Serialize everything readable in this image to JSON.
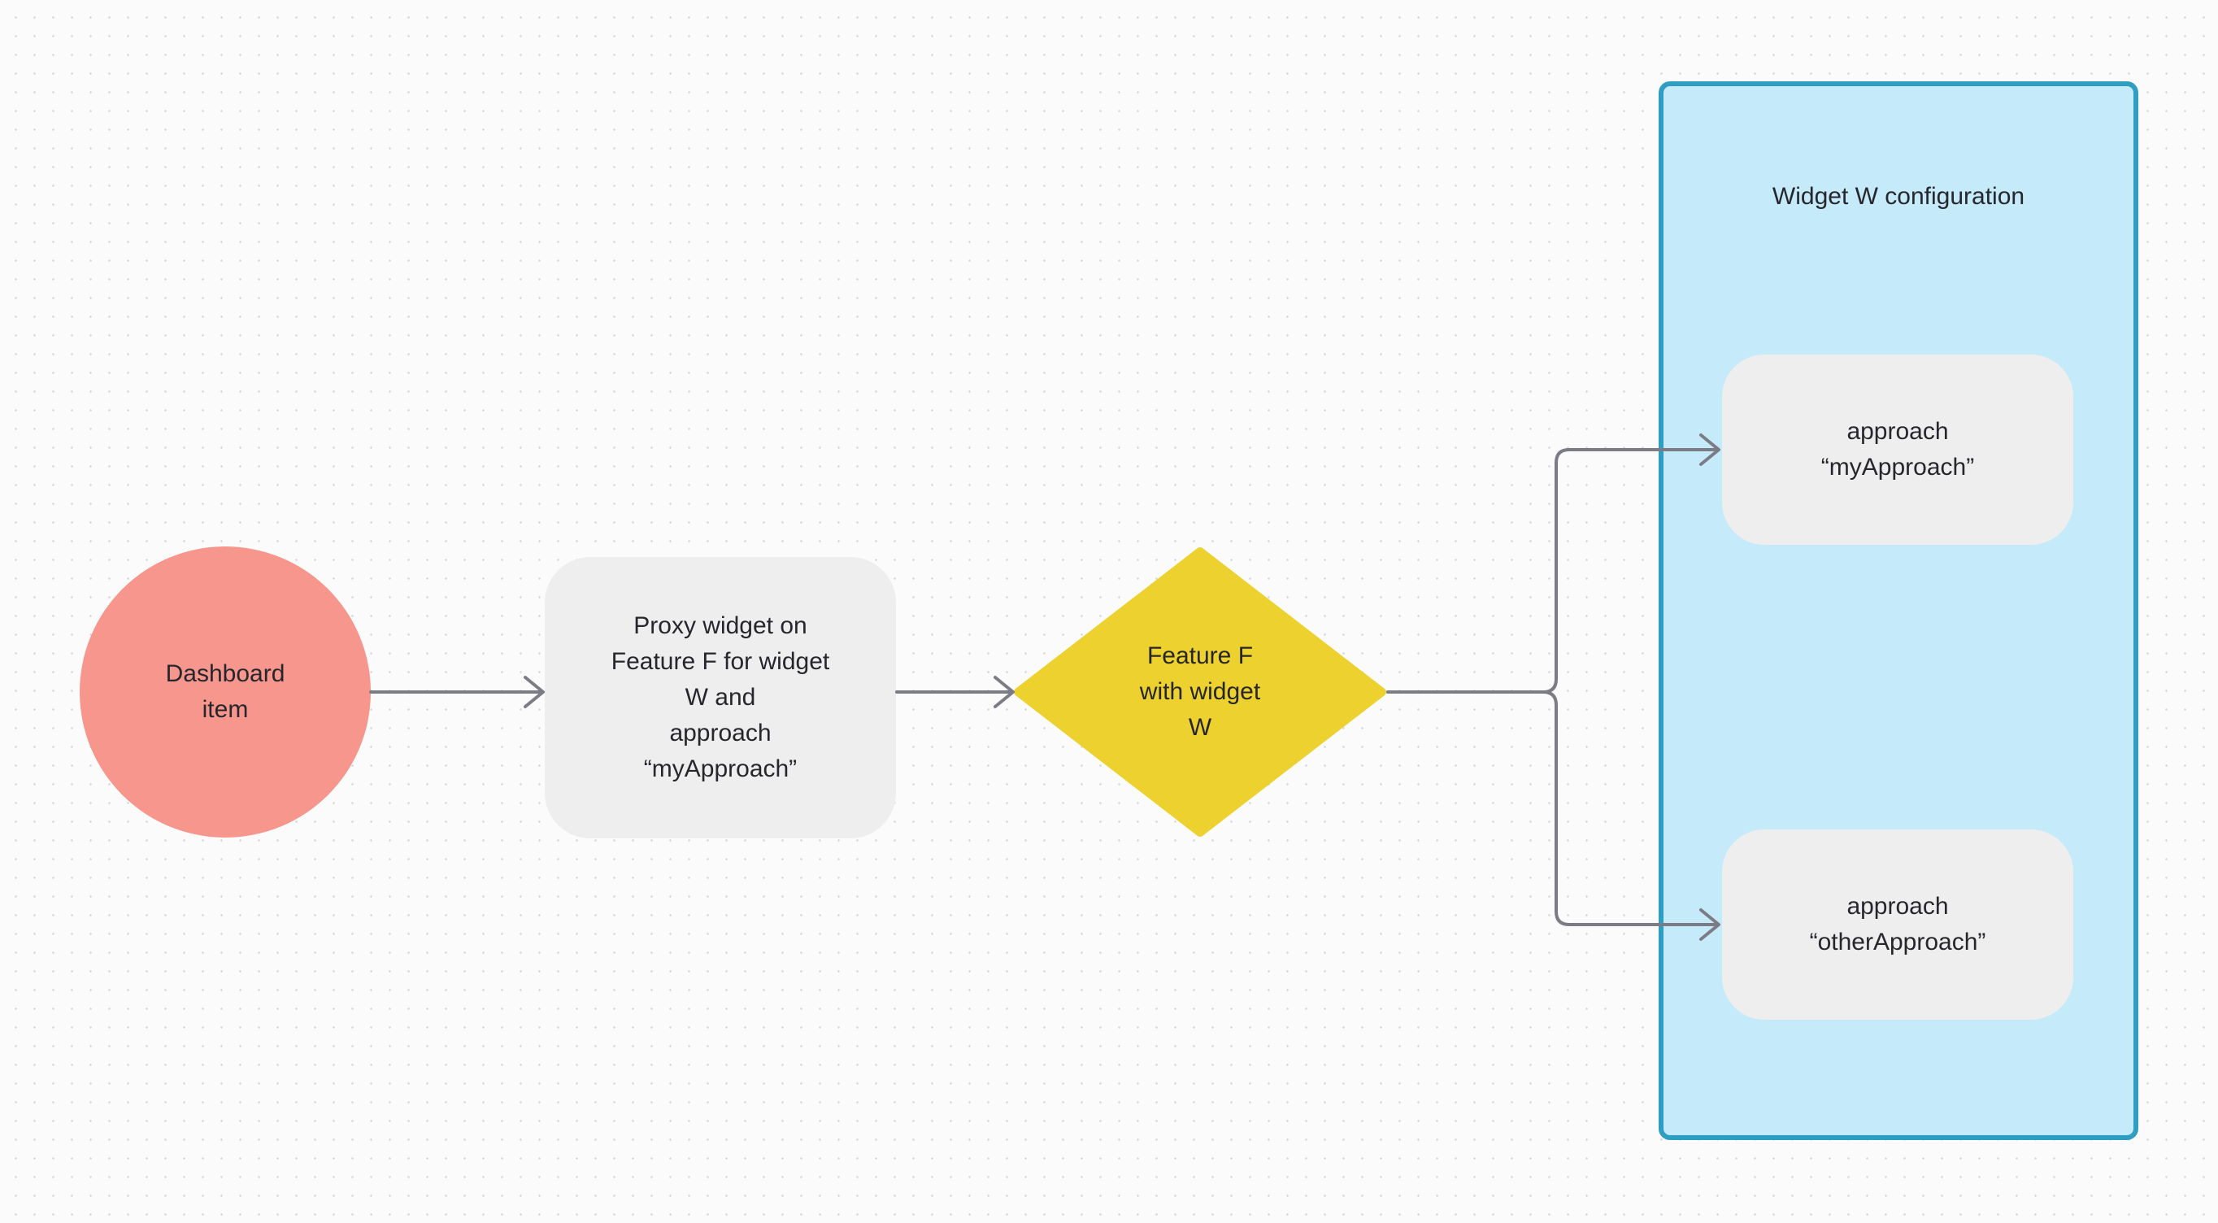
{
  "diagram": {
    "background_color": "#FBFBFC",
    "dot_color": "#DBDBE3",
    "text_color": "#26262C",
    "nodes": {
      "dashboard_item": {
        "shape": "circle",
        "label": "Dashboard\nitem",
        "fill": "#F6968C"
      },
      "proxy_widget": {
        "shape": "rounded-rectangle",
        "label": "Proxy widget on\nFeature F for widget\nW and\napproach\n“myApproach”",
        "fill": "#EEEEEF"
      },
      "feature_decision": {
        "shape": "diamond",
        "label": "Feature F\nwith widget\nW",
        "fill": "#EDD12F"
      },
      "widget_config_group": {
        "shape": "container",
        "title": "Widget W configuration",
        "fill": "#C5EAF9",
        "border_color": "#2E9EC2"
      },
      "approach_my": {
        "shape": "rounded-rectangle",
        "label": "approach\n“myApproach”",
        "fill": "#EEEEEF"
      },
      "approach_other": {
        "shape": "rounded-rectangle",
        "label": "approach\n“otherApproach”",
        "fill": "#EEEEEF"
      }
    },
    "connectors": {
      "color": "#7C7C86",
      "edges": [
        "dashboard_item -> proxy_widget",
        "proxy_widget -> feature_decision",
        "feature_decision -> approach_my",
        "feature_decision -> approach_other"
      ]
    }
  }
}
